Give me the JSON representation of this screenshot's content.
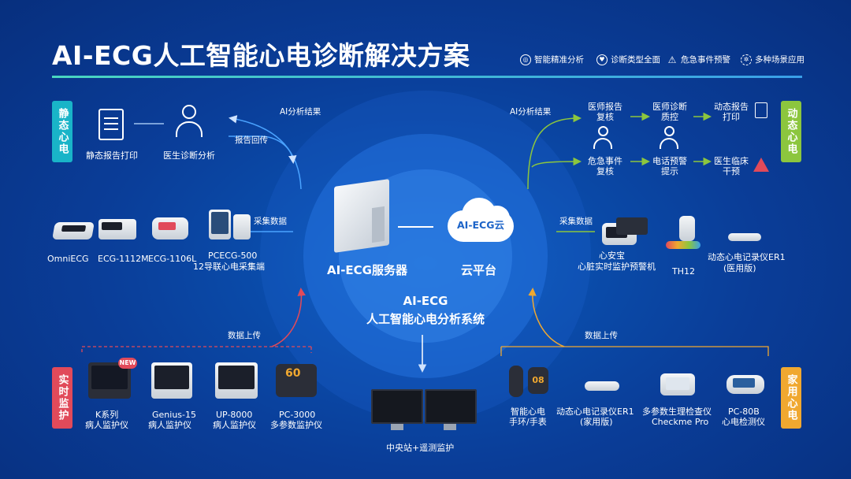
{
  "title": "AI-ECG人工智能心电诊断解决方案",
  "features": [
    "智能精准分析",
    "诊断类型全面",
    "危急事件预警",
    "多种场景应用"
  ],
  "tags": {
    "static": "静态心电",
    "dynamic": "动态心电",
    "realtime": "实时监护",
    "home": "家用心电"
  },
  "static_flow": {
    "print": "静态报告打印",
    "doctor": "医生诊断分析",
    "ai_result": "AI分析结果",
    "report_back": "报告回传",
    "collect": "采集数据"
  },
  "static_devices": [
    "OmniECG",
    "ECG-1112M",
    "ECG-1106L",
    "PCECG-500",
    "12导联心电采集端"
  ],
  "center": {
    "server": "AI-ECG服务器",
    "cloud_label": "AI-ECG云",
    "cloud": "云平台",
    "system_line1": "AI-ECG",
    "system_line2": "人工智能心电分析系统"
  },
  "dynamic_flow": {
    "ai_result": "AI分析结果",
    "review1": "医师报告",
    "review2": "复核",
    "qc1": "医师诊断",
    "qc2": "质控",
    "print1": "动态报告",
    "print2": "打印",
    "crit1": "危急事件",
    "crit2": "复核",
    "phone1": "电话预警",
    "phone2": "提示",
    "clin1": "医生临床",
    "clin2": "干预",
    "collect": "采集数据"
  },
  "dynamic_devices": {
    "d1a": "心安宝",
    "d1b": "心脏实时监护预警机",
    "d2": "TH12",
    "d3a": "动态心电记录仪ER1",
    "d3b": "(医用版)"
  },
  "realtime": {
    "upload": "数据上传",
    "new_badge": "NEW",
    "devices": [
      {
        "a": "K系列",
        "b": "病人监护仪"
      },
      {
        "a": "Genius-15",
        "b": "病人监护仪"
      },
      {
        "a": "UP-8000",
        "b": "病人监护仪"
      },
      {
        "a": "PC-3000",
        "b": "多参数监护仪"
      }
    ],
    "monitor_value": "60",
    "central": "中央站+遥测监护"
  },
  "home": {
    "upload": "数据上传",
    "devices": [
      {
        "a": "智能心电",
        "b": "手环/手表"
      },
      {
        "a": "动态心电记录仪ER1",
        "b": "(家用版)"
      },
      {
        "a": "多参数生理检查仪",
        "b": "Checkme Pro"
      },
      {
        "a": "PC-80B",
        "b": "心电检测仪"
      }
    ],
    "watch_value": "08"
  },
  "colors": {
    "background": "#0a3d98",
    "static": "#19b4c8",
    "dynamic": "#8cc63e",
    "home": "#f0a830",
    "realtime": "#e14a5a",
    "accent_line": "#49d6c0"
  }
}
